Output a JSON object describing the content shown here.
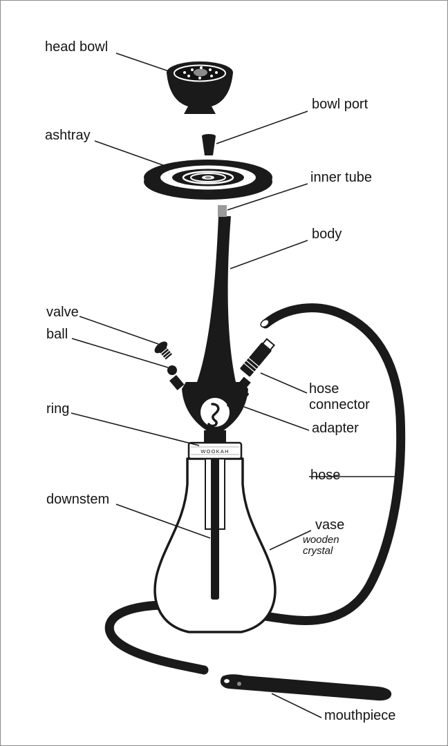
{
  "diagram": {
    "labels": {
      "head_bowl": "head bowl",
      "bowl_port": "bowl port",
      "ashtray": "ashtray",
      "inner_tube": "inner tube",
      "body": "body",
      "valve": "valve",
      "ball": "ball",
      "hose_connector": "hose connector",
      "adapter": "adapter",
      "ring": "ring",
      "hose": "hose",
      "downstem": "downstem",
      "vase": "vase",
      "vase_material": "wooden crystal",
      "mouthpiece": "mouthpiece"
    },
    "vase_brand": "WOOKAH",
    "colors": {
      "ink": "#1a1a1a",
      "background": "#ffffff"
    }
  }
}
